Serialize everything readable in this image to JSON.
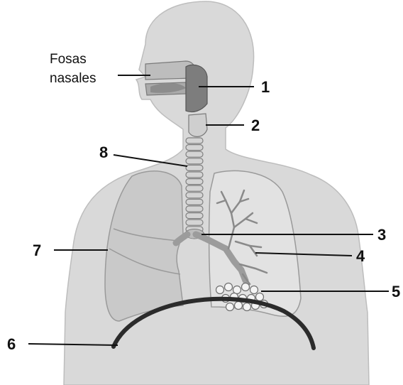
{
  "diagram": {
    "label_fosas_line1": "Fosas",
    "label_fosas_line2": "nasales",
    "labels": [
      "1",
      "2",
      "3",
      "4",
      "5",
      "6",
      "7",
      "8"
    ]
  }
}
